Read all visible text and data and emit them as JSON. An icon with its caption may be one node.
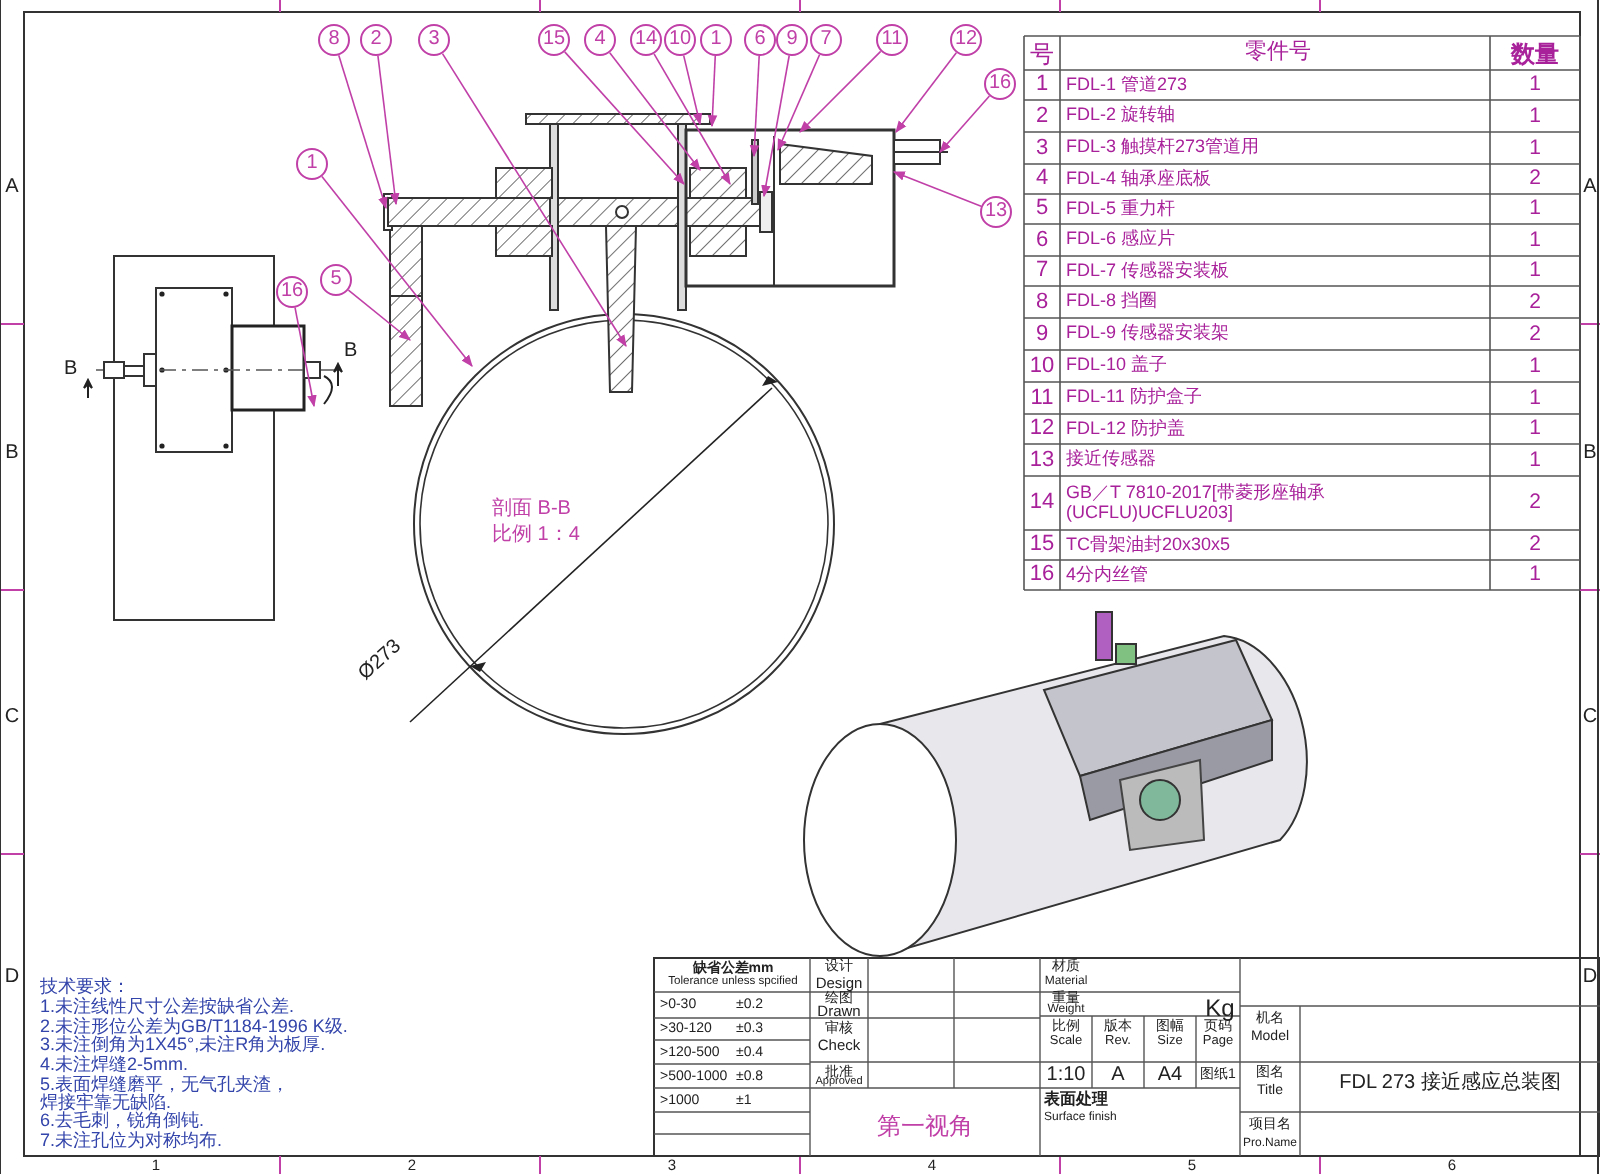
{
  "diagram": {
    "nodes": [
      {
        "text": [
          "8"
        ]
      },
      {
        "text": [
          "2"
        ]
      },
      {
        "text": [
          "3"
        ]
      },
      {
        "text": [
          "15"
        ]
      },
      {
        "text": [
          "4"
        ]
      },
      {
        "text": [
          "14"
        ]
      },
      {
        "text": [
          "10"
        ]
      },
      {
        "text": [
          "1"
        ]
      },
      {
        "text": [
          "6"
        ]
      },
      {
        "text": [
          "9"
        ]
      },
      {
        "text": [
          "7"
        ]
      },
      {
        "text": [
          "11"
        ]
      },
      {
        "text": [
          "12"
        ]
      },
      {
        "text": [
          "16"
        ]
      },
      {
        "text": [
          "13"
        ]
      },
      {
        "text": [
          "1"
        ]
      },
      {
        "text": [
          "5"
        ]
      },
      {
        "text": [
          "16"
        ]
      }
    ],
    "edges": [
      {
        "from": 0,
        "to": null,
        "arrow": "to"
      },
      {
        "from": 1,
        "to": null,
        "arrow": "to"
      },
      {
        "from": 2,
        "to": null,
        "arrow": "to"
      },
      {
        "from": 3,
        "to": null,
        "arrow": "to"
      },
      {
        "from": 4,
        "to": null,
        "arrow": "to"
      },
      {
        "from": 5,
        "to": null,
        "arrow": "to"
      },
      {
        "from": 6,
        "to": null,
        "arrow": "to"
      },
      {
        "from": 7,
        "to": null,
        "arrow": "to"
      },
      {
        "from": 8,
        "to": null,
        "arrow": "to"
      },
      {
        "from": 9,
        "to": null,
        "arrow": "to"
      },
      {
        "from": 10,
        "to": null,
        "arrow": "to"
      },
      {
        "from": 11,
        "to": null,
        "arrow": "to"
      },
      {
        "from": 12,
        "to": null,
        "arrow": "to"
      },
      {
        "from": 13,
        "to": null,
        "arrow": "to"
      },
      {
        "from": 14,
        "to": null,
        "arrow": "to"
      },
      {
        "from": 15,
        "to": null,
        "arrow": "to"
      },
      {
        "from": 16,
        "to": null,
        "arrow": "to"
      },
      {
        "from": 17,
        "to": null,
        "arrow": "to"
      }
    ],
    "labels": [
      "A",
      "B",
      "C",
      "D",
      "A",
      "B",
      "C",
      "D",
      "1",
      "2",
      "3",
      "4",
      "5",
      "6",
      "B",
      "B",
      "剖面 B-B",
      "比例 1：4",
      "Ø273",
      "号",
      "零件号",
      "数量",
      "1",
      "FDL-1 管道273",
      "1",
      "2",
      "FDL-2 旋转轴",
      "1",
      "3",
      "FDL-3 触摸杆273管道用",
      "1",
      "4",
      "FDL-4 轴承座底板",
      "2",
      "5",
      "FDL-5 重力杆",
      "1",
      "6",
      "FDL-6 感应片",
      "1",
      "7",
      "FDL-7 传感器安装板",
      "1",
      "8",
      "FDL-8 挡圈",
      "2",
      "9",
      "FDL-9 传感器安装架",
      "2",
      "10",
      "FDL-10 盖子",
      "1",
      "11",
      "FDL-11 防护盒子",
      "1",
      "12",
      "FDL-12 防护盖",
      "1",
      "13",
      "接近传感器",
      "1",
      "14",
      "GB／T 7810-2017[带菱形座轴承(UCFLU)UCFLU203]",
      "2",
      "15",
      "TC骨架油封20x30x5",
      "2",
      "16",
      "4分内丝管",
      "1",
      "技术要求：",
      "1.未注线性尺寸公差按缺省公差.",
      "2.未注形位公差为GB/T1184-1996 K级.",
      "3.未注倒角为1X45°,未注R角为板厚.",
      "4.未注焊缝2-5mm.",
      "5.表面焊缝磨平，无气孔夹渣，焊接牢靠无缺陷.",
      "6.去毛刺，锐角倒钝.",
      "7.未注孔位为对称均布.",
      "缺省公差mm",
      "Tolerance unless spcified",
      "设计",
      "Design",
      "材质",
      "Material",
      ">0-30",
      "±0.2",
      "绘图",
      "Drawn",
      "重量",
      "Weight",
      "Kg",
      ">30-120",
      "±0.3",
      "审核",
      "Check",
      "比例",
      "Scale",
      "版本",
      "Rev.",
      "图幅",
      "Size",
      "页码",
      "Page",
      "机名",
      "Model",
      ">120-500",
      "±0.4",
      ">500-1000",
      "±0.8",
      "批准",
      "Approved",
      "1:10",
      "A",
      "A4",
      "图纸1",
      "图名",
      "Title",
      "FDL 273 接近感应总装图",
      ">1000",
      "±1",
      "表面处理",
      "Surface finish",
      "第一视角",
      "项目名",
      "Pro.Name"
    ]
  }
}
